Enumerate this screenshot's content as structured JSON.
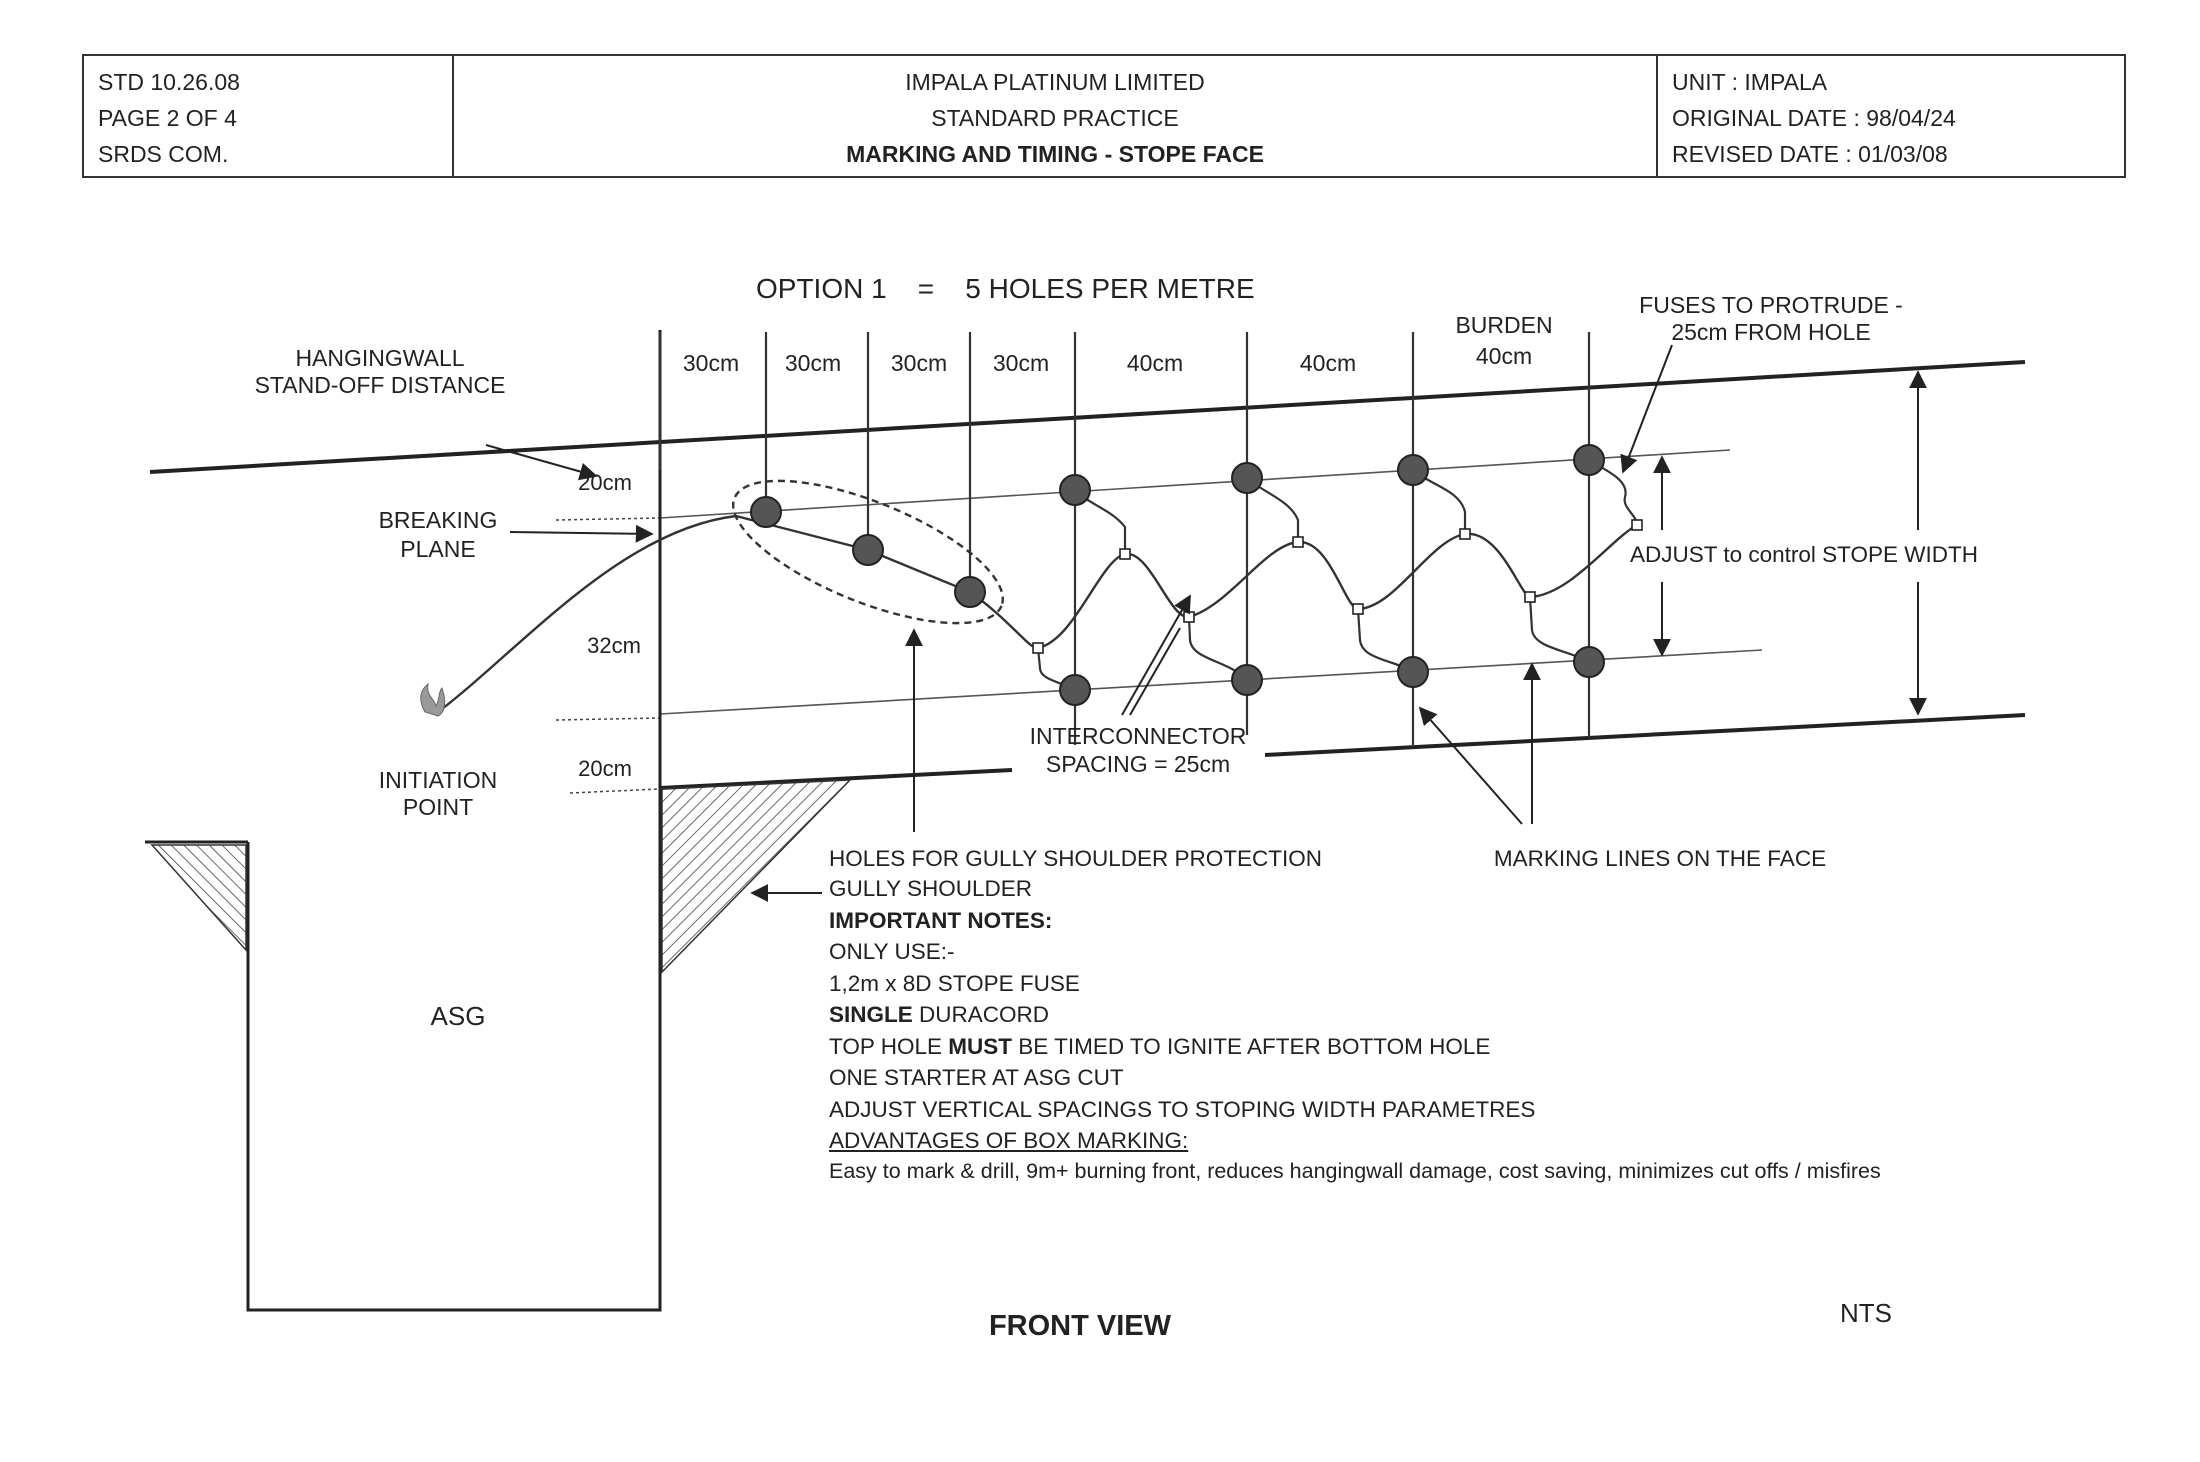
{
  "header": {
    "std": "STD 10.26.08",
    "page": "PAGE 2 OF 4",
    "srds": "SRDS COM.",
    "company": "IMPALA PLATINUM LIMITED",
    "practice": "STANDARD PRACTICE",
    "subject": "MARKING AND TIMING - STOPE FACE",
    "unit": "UNIT : IMPALA",
    "original_date": "ORIGINAL DATE : 98/04/24",
    "revised_date": "REVISED DATE  : 01/03/08"
  },
  "diagram": {
    "option_title": "OPTION 1    =    5 HOLES PER METRE",
    "hangingwall_label": [
      "HANGINGWALL",
      "STAND-OFF DISTANCE"
    ],
    "breaking_plane_label": [
      "BREAKING",
      "PLANE"
    ],
    "initiation_point_label": [
      "INITIATION",
      "POINT"
    ],
    "dim_top": "20cm",
    "dim_mid": "32cm",
    "dim_bottom": "20cm",
    "spacings": [
      "30cm",
      "30cm",
      "30cm",
      "30cm",
      "40cm",
      "40cm"
    ],
    "burden_label": [
      "BURDEN",
      "40cm"
    ],
    "fuses_label": [
      "FUSES TO  PROTRUDE -",
      "25cm FROM HOLE"
    ],
    "adjust_label": "ADJUST to control STOPE WIDTH",
    "interconnector_label": [
      "INTERCONNECTOR",
      "SPACING = 25cm"
    ],
    "gully_holes_label": "HOLES FOR GULLY SHOULDER PROTECTION",
    "gully_shoulder_label": "GULLY SHOULDER",
    "marking_lines_label": "MARKING LINES ON THE FACE",
    "asg_label": "ASG",
    "front_view_label": "FRONT VIEW",
    "nts_label": "NTS"
  },
  "notes": {
    "heading": "IMPORTANT NOTES:",
    "only_use": "ONLY USE:-",
    "fuse": "1,2m x 8D STOPE FUSE",
    "single_bold": "SINGLE",
    "single_rest": " DURACORD",
    "top_hole_a": "TOP HOLE ",
    "top_hole_must": "MUST",
    "top_hole_b": " BE TIMED TO IGNITE AFTER BOTTOM HOLE",
    "starter": "ONE STARTER AT ASG CUT",
    "adjust_vertical": "ADJUST VERTICAL SPACINGS TO STOPING WIDTH PARAMETRES",
    "advantages_heading": "ADVANTAGES OF BOX MARKING:",
    "advantages_text": "Easy to mark & drill, 9m+ burning front,  reduces hangingwall damage, cost saving, minimizes cut offs / misfires"
  }
}
